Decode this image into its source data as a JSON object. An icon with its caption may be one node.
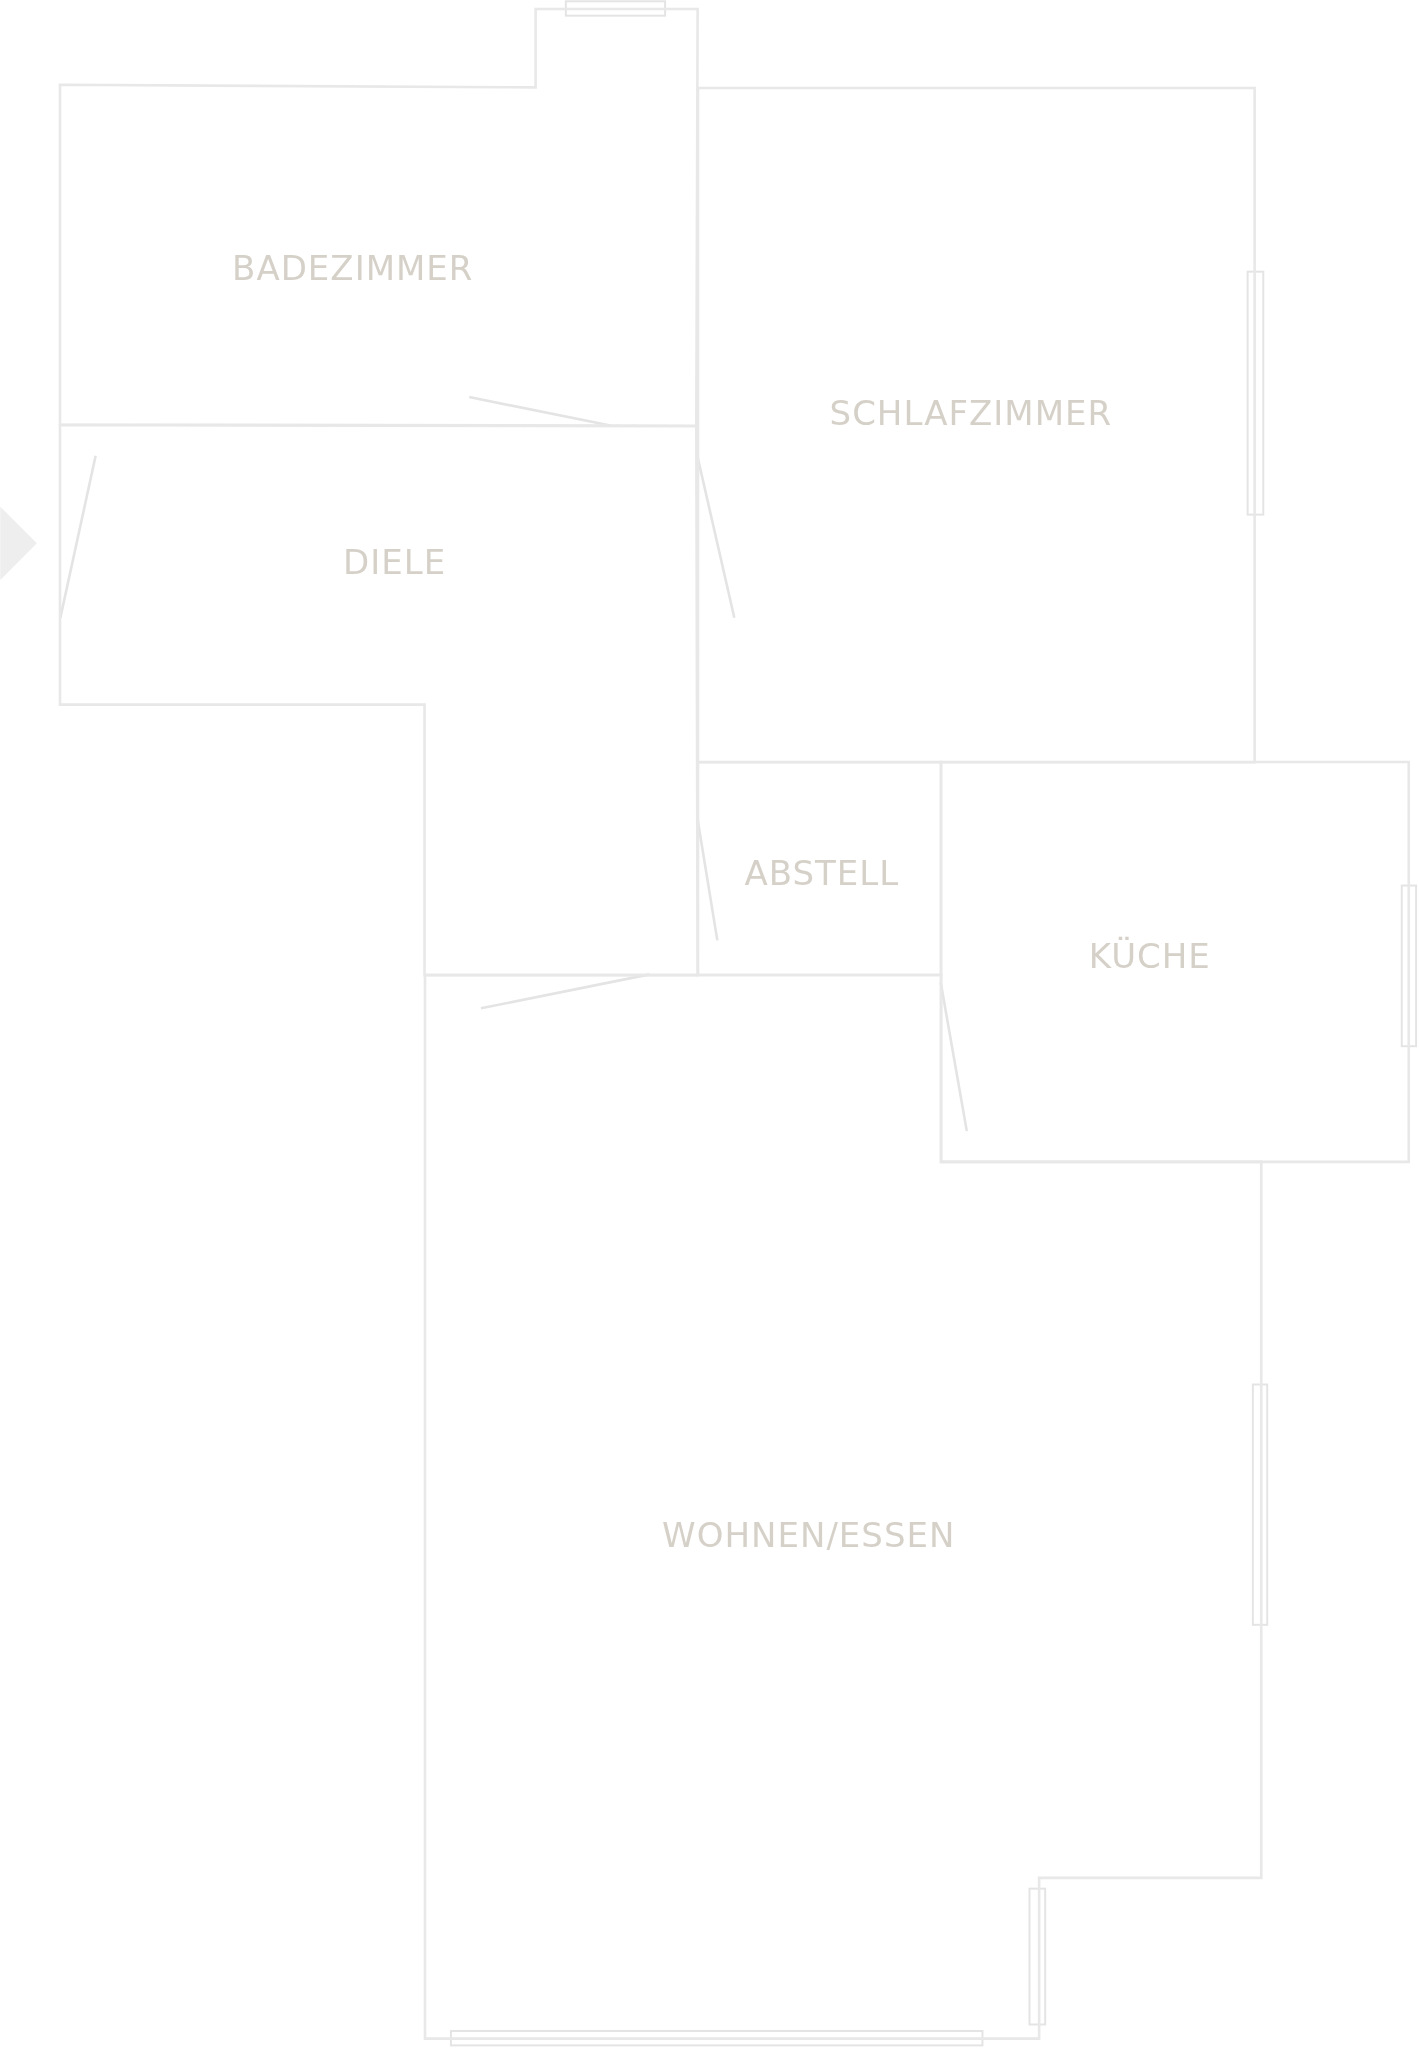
{
  "diagram": {
    "nodes": [
      {
        "text": [
          "BADEZIMMER"
        ]
      },
      {
        "text": [
          "SCHLAFZIMMER"
        ]
      },
      {
        "text": [
          "DIELE"
        ]
      },
      {
        "text": [
          "ABSTELL"
        ]
      },
      {
        "text": [
          "KÜCHE"
        ]
      },
      {
        "text": [
          "WOHNEN/ESSEN"
        ]
      }
    ],
    "edges": []
  }
}
